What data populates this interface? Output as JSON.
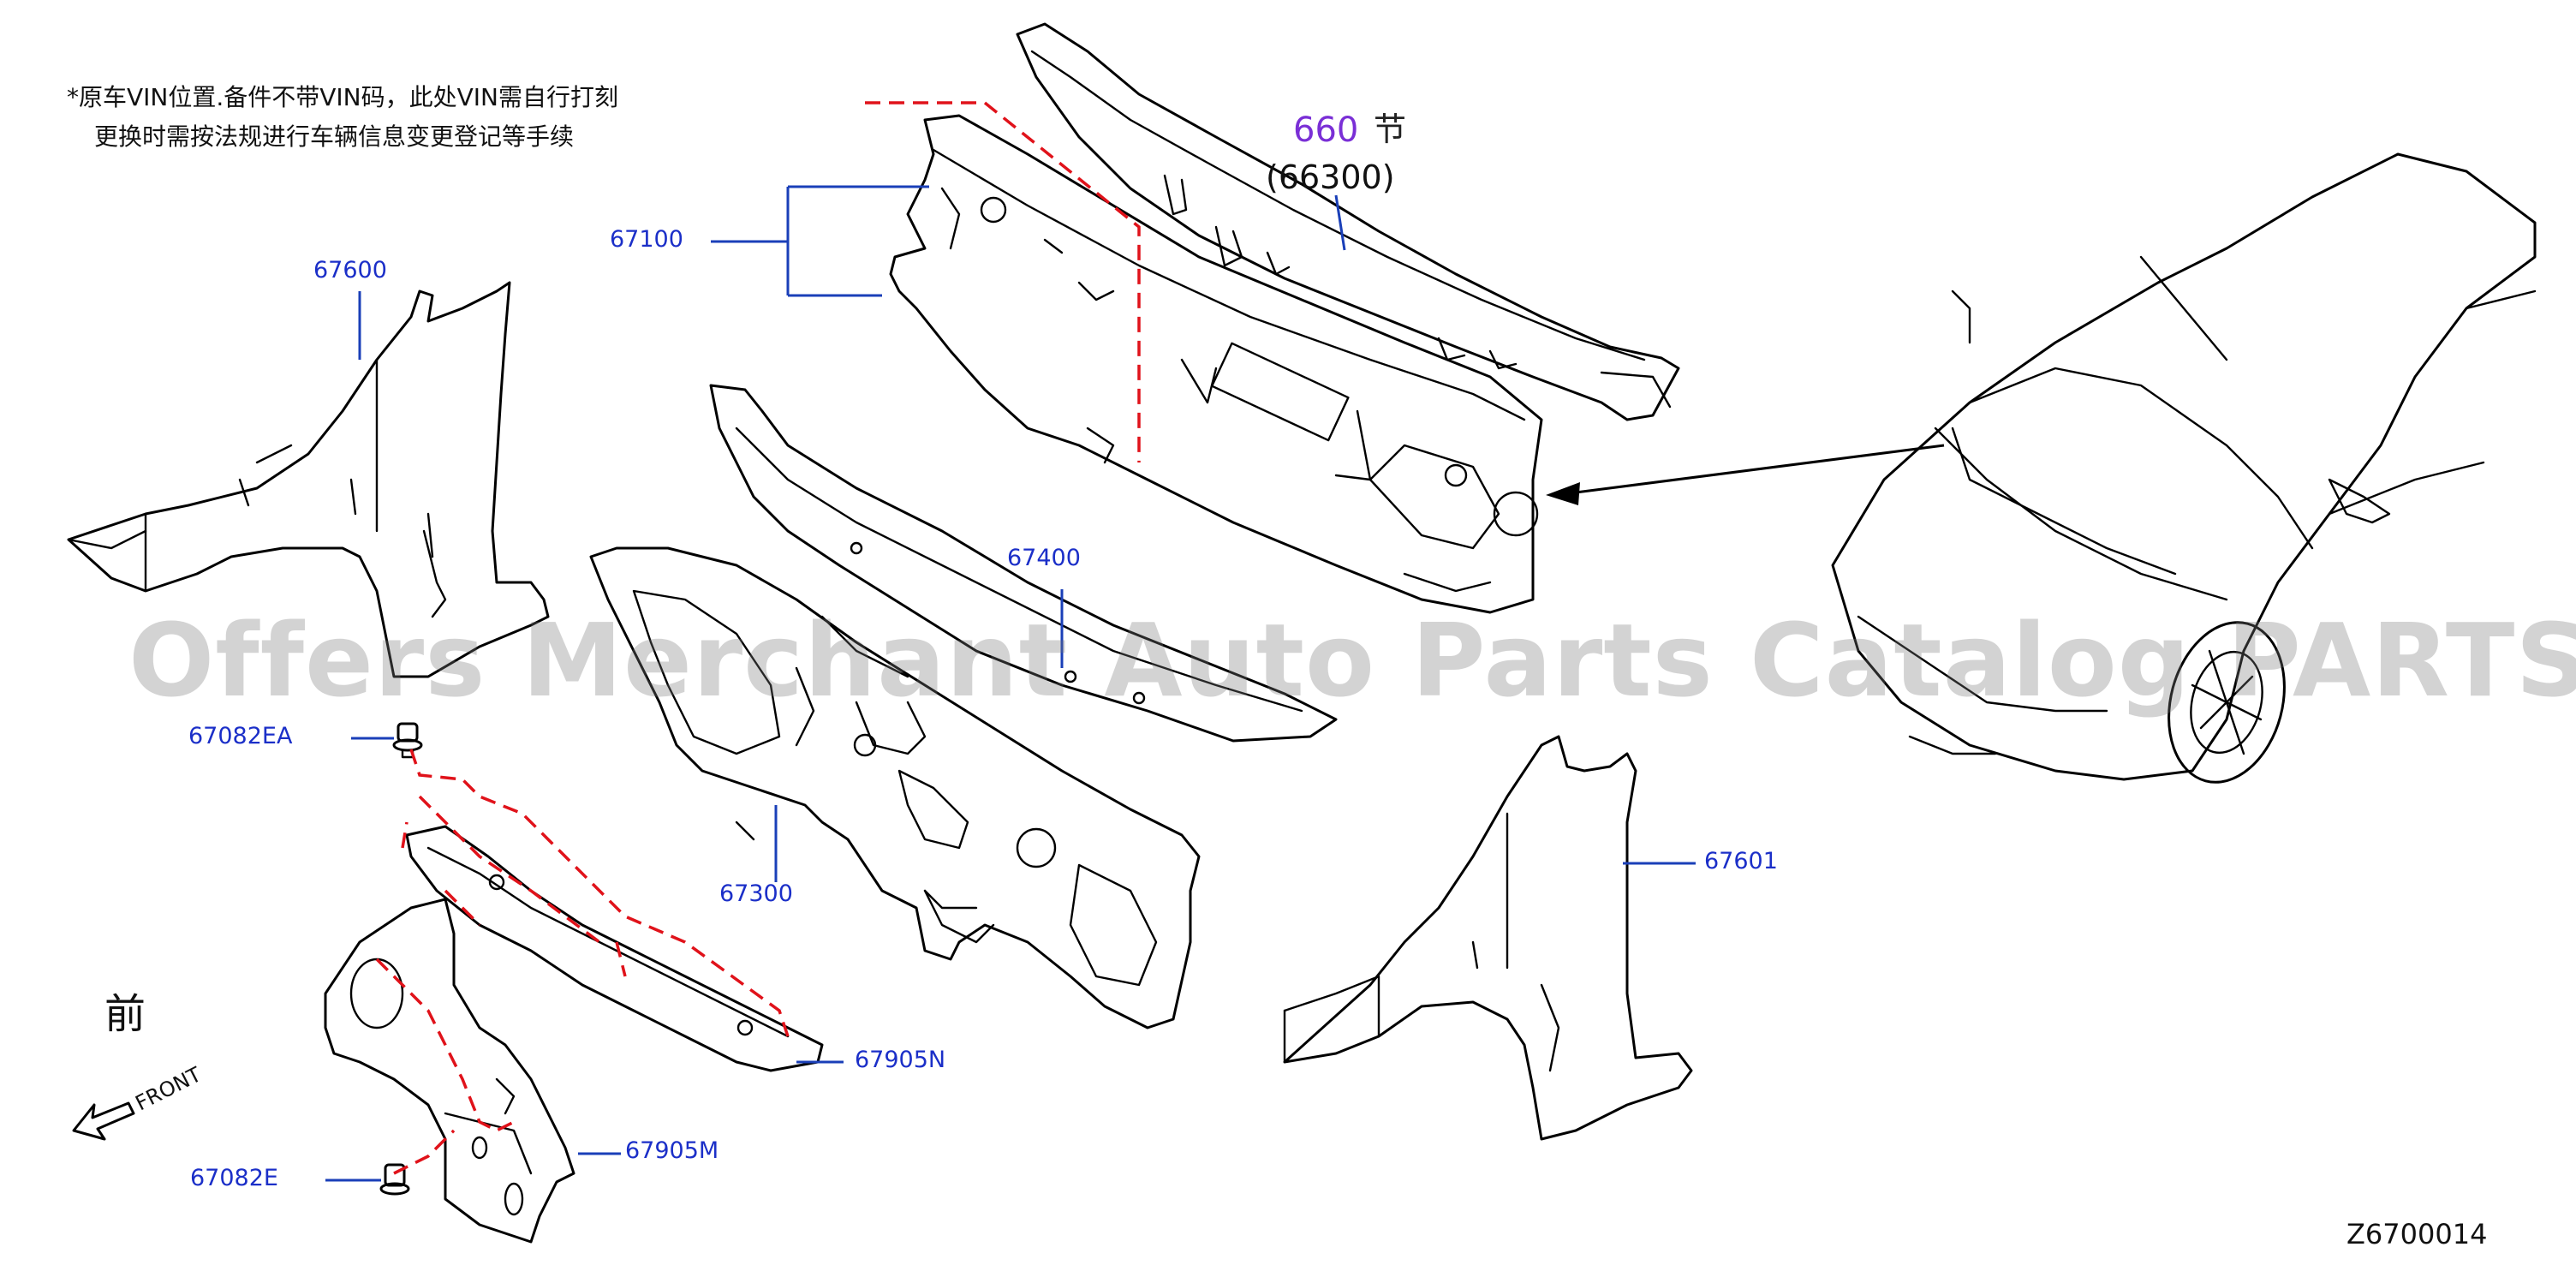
{
  "vin_note": {
    "line1": "*原车VIN位置.备件不带VIN码，此处VIN需自行打刻",
    "line2": "更换时需按法规进行车辆信息变更登记等手续"
  },
  "section": {
    "number": "660",
    "char": "节",
    "ref": "(66300)"
  },
  "callouts": {
    "c67100": "67100",
    "c67600": "67600",
    "c67400": "67400",
    "c67082EA": "67082EA",
    "c67300": "67300",
    "c67601": "67601",
    "c67905N": "67905N",
    "c67905M": "67905M",
    "c67082E": "67082E"
  },
  "front": {
    "char": "前",
    "word": "FRONT"
  },
  "watermark": "Offers Merchant Auto Parts Catalog PARTSTORE.SA",
  "diagram_id": "Z6700014",
  "colors": {
    "callout_blue": "#1b2fc8",
    "section_purple": "#7a2fd6",
    "dash_red": "#e0121a"
  }
}
